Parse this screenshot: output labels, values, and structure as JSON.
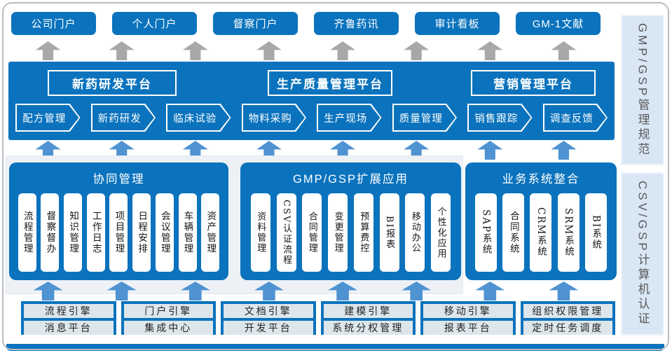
{
  "colors": {
    "primary_blue": "#0b73bd",
    "arrow_gray": "#a8a8a8",
    "arrow_blue": "#4f93d2",
    "middle_backdrop": "#edf1f6",
    "engine_cell_bg": "#dce6eb",
    "banner_bg": "#d9e7f5",
    "banner_text": "#595959",
    "card_bg": "#ffffff"
  },
  "icons": {
    "up_arrow": "block-arrow-up"
  },
  "portals": [
    "公司门户",
    "个人门户",
    "督察门户",
    "齐鲁药讯",
    "审计看板",
    "GM-1文献"
  ],
  "platforms": [
    "新药研发平台",
    "生产质量管理平台",
    "营销管理平台"
  ],
  "processes": [
    "配方管理",
    "新药研发",
    "临床试验",
    "物料采购",
    "生产现场",
    "质量管理",
    "销售跟踪",
    "调查反馈"
  ],
  "panels": [
    {
      "title": "协同管理",
      "items": [
        "流程管理",
        "督察督办",
        "知识管理",
        "工作日志",
        "项目管理",
        "日程安排",
        "会议管理",
        "车辆管理",
        "资产管理"
      ]
    },
    {
      "title": "GMP/GSP扩展应用",
      "items": [
        "资料管理",
        "CSV认证流程",
        "合同管理",
        "变更管理",
        "预算费控",
        "BI报表",
        "移动办公",
        "个性化应用"
      ]
    },
    {
      "title": "业务系统整合",
      "items": [
        "SAP系统",
        "合同系统",
        "CRM系统",
        "SRM系统",
        "BI系统"
      ]
    }
  ],
  "foundation": {
    "row1": [
      "流程引擎",
      "门户引擎",
      "文档引擎",
      "建模引擎",
      "移动引擎",
      "组织权限管理"
    ],
    "row2": [
      "消息平台",
      "集成中心",
      "开发平台",
      "系统分权管理",
      "报表平台",
      "定时任务调度"
    ]
  },
  "side_banners": [
    "GMP/GSP管理规范",
    "CSV/GSP计算机认证"
  ]
}
